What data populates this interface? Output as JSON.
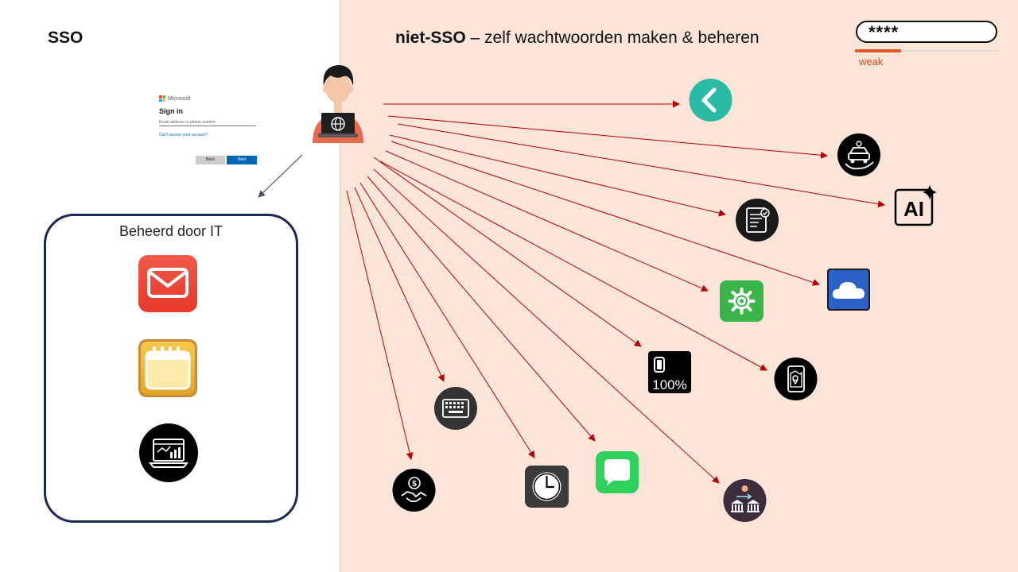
{
  "left": {
    "title": "SSO"
  },
  "right": {
    "title_bold": "niet-SSO",
    "title_rest": " – zelf wachtwoorden maken & beheren"
  },
  "password_meter": {
    "masked_value": "****",
    "strength_label": "weak",
    "strength_fraction": 0.32
  },
  "signin_dialog": {
    "brand": "Microsoft",
    "heading": "Sign in",
    "input_placeholder": "Email address or phone number",
    "help_link": "Can't access your account?",
    "back_label": "Back",
    "next_label": "Next"
  },
  "it_box": {
    "label": "Beheerd door IT",
    "apps": [
      "mail-icon",
      "calendar-icon",
      "analytics-laptop-icon"
    ]
  },
  "external_apps": {
    "battery_percent_text": "100%",
    "ai_text": "AI",
    "icons": [
      "back-chevron-icon",
      "car-insurance-icon",
      "ai-icon",
      "hr-document-icon",
      "cloud-icon",
      "settings-gear-icon",
      "battery-icon",
      "map-phone-icon",
      "keyboard-icon",
      "handshake-money-icon",
      "clock-icon",
      "message-icon",
      "bank-transfer-icon"
    ]
  },
  "colors": {
    "right_bg": "#fbe5d8",
    "arrow": "#b40000",
    "it_border": "#1b2a55",
    "strength_weak": "#e25a2b"
  }
}
